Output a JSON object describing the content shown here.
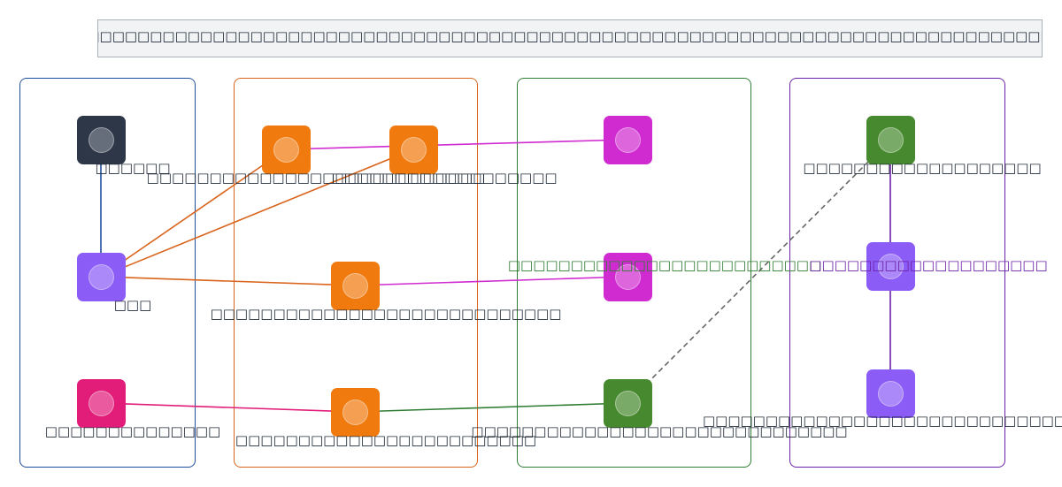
{
  "banner": {
    "text": "□□□□□□□□□□□□□□□□□□□□□□□□□□□□□□□□□□□□□□□□□□□□□□□□□□□□□□□□□□□□□□□□□□□□□□□□□□□□□"
  },
  "groups": [
    {
      "id": "col1",
      "color": "#1f4e9c"
    },
    {
      "id": "col2",
      "color": "#d9641c"
    },
    {
      "id": "col3",
      "color": "#2f7d32"
    },
    {
      "id": "col4",
      "color": "#6b21a8"
    }
  ],
  "nodes": [
    {
      "id": "a1",
      "label": "□□□□□□",
      "color": "#2d3748",
      "label_color": "#1f2937"
    },
    {
      "id": "a2",
      "label": "□□□",
      "color": "#8b5cf6",
      "label_color": "#1f2937"
    },
    {
      "id": "a3",
      "label": "□□□□□□□□□□□□□□",
      "color": "#e11d79",
      "label_color": "#1f2937"
    },
    {
      "id": "b1",
      "label": "□□□□□□□□□□□□□□□□□□□□□□□□□□□",
      "color": "#f07a0e",
      "label_color": "#1f2937"
    },
    {
      "id": "b2",
      "label": "□□□□□□□□□□□□□□□□□□",
      "color": "#f07a0e",
      "label_color": "#1f2937"
    },
    {
      "id": "b3",
      "label": "□□□□□□□□□□□□□□□□□□□□□□□□□□□□",
      "color": "#f07a0e",
      "label_color": "#1f2937"
    },
    {
      "id": "b4",
      "label": "□□□□□□□□□□□□□□□□□□□□□□□□",
      "color": "#f07a0e",
      "label_color": "#1f2937"
    },
    {
      "id": "c1",
      "label": "",
      "color": "#d02bd0",
      "label_color": "#1f2937"
    },
    {
      "id": "c2",
      "label": "□□□□□□□□□□□□□□□□□□□□□□□□□",
      "color": "#d02bd0",
      "label_color": "#2f7d32"
    },
    {
      "id": "c3",
      "label": "□□□□□□□□□□□□□□□□□□□□□□□□□□□□□□",
      "color": "#46892e",
      "label_color": "#1f2937"
    },
    {
      "id": "d1",
      "label": "□□□□□□□□□□□□□□□□□□□",
      "color": "#46892e",
      "label_color": "#1f2937"
    },
    {
      "id": "d2",
      "label": "□□□□□□□□□□□□□□□□□□□",
      "color": "#8b5cf6",
      "label_color": "#6b21a8"
    },
    {
      "id": "d3",
      "label": "□□□□□□□□□□□□□□□□□□□□□□□□□□□□□□□□□□□",
      "color": "#8b5cf6",
      "label_color": "#1f2937"
    }
  ],
  "edges": [
    {
      "from": "a1",
      "to": "a2",
      "color": "#1f4e9c",
      "style": "solid"
    },
    {
      "from": "a2",
      "to": "b1",
      "color": "#d9641c",
      "style": "solid"
    },
    {
      "from": "a2",
      "to": "b2",
      "color": "#d9641c",
      "style": "solid"
    },
    {
      "from": "a2",
      "to": "b3",
      "color": "#d9641c",
      "style": "solid"
    },
    {
      "from": "a3",
      "to": "b4",
      "color": "#e11d79",
      "style": "solid"
    },
    {
      "from": "b1",
      "to": "c1",
      "color": "#d02bd0",
      "style": "solid"
    },
    {
      "from": "b3",
      "to": "c2",
      "color": "#d02bd0",
      "style": "solid"
    },
    {
      "from": "b4",
      "to": "c3",
      "color": "#2f7d32",
      "style": "solid"
    },
    {
      "from": "c3",
      "to": "d1",
      "color": "#666666",
      "style": "dashed"
    },
    {
      "from": "d1",
      "to": "d2",
      "color": "#6b21a8",
      "style": "solid"
    },
    {
      "from": "d2",
      "to": "d3",
      "color": "#6b21a8",
      "style": "solid"
    }
  ]
}
